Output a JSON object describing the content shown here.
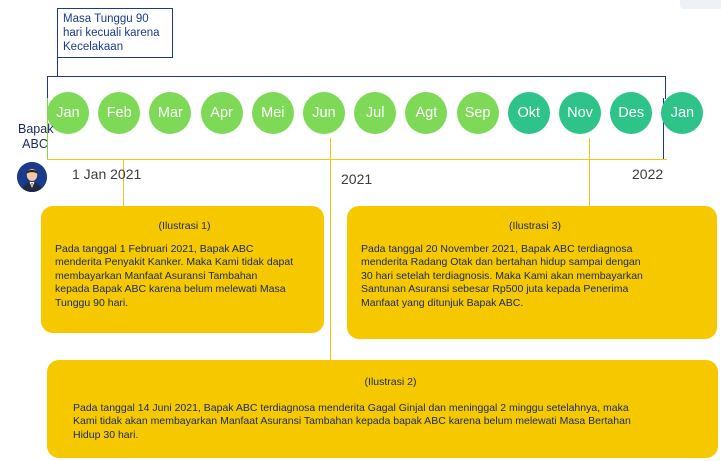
{
  "waiting_note": {
    "lines": [
      "Masa Tunggu 90",
      "hari kecuali karena",
      "Kecelakaan"
    ]
  },
  "person_label": [
    "Bapak",
    "ABC"
  ],
  "months": [
    {
      "label": "Jan",
      "color": "#7ed957"
    },
    {
      "label": "Feb",
      "color": "#7ed957"
    },
    {
      "label": "Mar",
      "color": "#7ed957"
    },
    {
      "label": "Apr",
      "color": "#7ed957"
    },
    {
      "label": "Mei",
      "color": "#7ed957"
    },
    {
      "label": "Jun",
      "color": "#7ed957"
    },
    {
      "label": "Jul",
      "color": "#7ed957"
    },
    {
      "label": "Agt",
      "color": "#7ed957"
    },
    {
      "label": "Sep",
      "color": "#7ed957"
    },
    {
      "label": "Okt",
      "color": "#2ec489"
    },
    {
      "label": "Nov",
      "color": "#2ec489"
    },
    {
      "label": "Des",
      "color": "#2ec489"
    },
    {
      "label": "Jan",
      "color": "#2ec489"
    }
  ],
  "timeline": {
    "start_label": "1 Jan 2021",
    "year_mid": "2021",
    "year_end": "2022"
  },
  "cards": {
    "ilustrasi1": {
      "title": "(Ilustrasi 1)",
      "lines": [
        "Pada tanggal 1 Februari 2021, Bapak ABC",
        "menderita Penyakit Kanker. Maka Kami tidak dapat",
        "membayarkan Manfaat Asuransi Tambahan",
        "kepada Bapak ABC karena belum melewati Masa",
        "Tunggu 90 hari."
      ]
    },
    "ilustrasi2": {
      "title": "(Ilustrasi 2)",
      "lines": [
        "Pada tanggal 14 Juni 2021, Bapak ABC terdiagnosa menderita Gagal Ginjal dan meninggal 2 minggu setelahnya, maka",
        "Kami tidak akan membayarkan Manfaat Asuransi Tambahan kepada bapak ABC karena belum melewati Masa Bertahan",
        "Hidup 30 hari."
      ]
    },
    "ilustrasi3": {
      "title": "(Ilustrasi 3)",
      "lines": [
        "Pada tanggal 20 November 2021, Bapak ABC terdiagnosa",
        "menderita Radang Otak dan bertahan hidup sampai dengan",
        "30 hari setelah terdiagnosis. Maka Kami akan membayarkan",
        "Santunan Asuransi sebesar Rp500 juta kepada Penerima",
        "Manfaat yang ditunjuk Bapak ABC."
      ]
    }
  },
  "colors": {
    "accent_yellow": "#f5c800",
    "navy": "#1b3a8c",
    "month_green": "#7ed957",
    "month_teal": "#2ec489"
  }
}
